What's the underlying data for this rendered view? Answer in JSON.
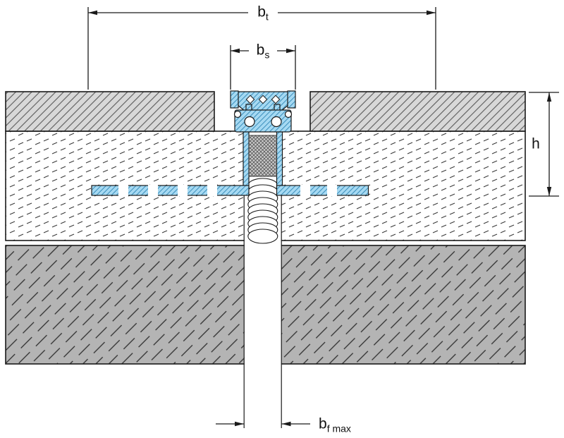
{
  "diagram_type": "construction-joint-cross-section",
  "dimensions": {
    "bt": {
      "base": "b",
      "sub": "t"
    },
    "bs": {
      "base": "b",
      "sub": "s"
    },
    "h": {
      "base": "h",
      "sub": ""
    },
    "bfmax": {
      "base": "b",
      "sub": "f max"
    }
  },
  "colors": {
    "line": "#1a1a1a",
    "tile-fill": "#d8d8d8",
    "tile-hatch": "#5a5a5a",
    "screed-fill": "#ffffff",
    "screed-hatch": "#3a3a3a",
    "slab-fill": "#b4b4b4",
    "slab-hatch": "#2f2f2f",
    "profile-fill": "#a6d9f2",
    "profile-hatch": "#2e86b5",
    "mesh-fill": "#cccccc",
    "mesh-hatch": "#555555"
  }
}
